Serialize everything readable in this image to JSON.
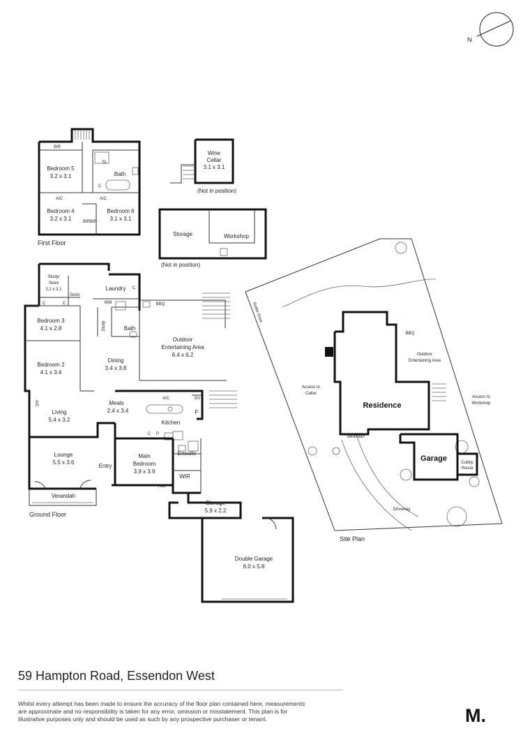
{
  "compass": {
    "label": "N"
  },
  "first_floor": {
    "caption": "First Floor",
    "labels": {
      "bir_top": "BIR",
      "sl": "SL",
      "c": "C",
      "ac": "A/C",
      "bir_a": "BIR",
      "bir_b": "BIR"
    },
    "rooms": {
      "bedroom5": {
        "name": "Bedroom 5",
        "dims": "3.2 x 3.1"
      },
      "bath": {
        "name": "Bath"
      },
      "bedroom4": {
        "name": "Bedroom 4",
        "dims": "3.2 x 3.1"
      },
      "bedroom6": {
        "name": "Bedroom 6",
        "dims": "3.1 x 3.1"
      }
    }
  },
  "wine_cellar": {
    "name": "Wine",
    "name2": "Cellar",
    "dims": "3.1 x 3.1",
    "note": "(Not in position)"
  },
  "outbuilding": {
    "storage": "Storage",
    "workshop": "Workshop",
    "note": "(Not in position)"
  },
  "ground_floor": {
    "caption": "Ground Floor",
    "labels": {
      "c1": "C",
      "c2": "C",
      "store": "Store",
      "wm": "WM",
      "c_laundry": "C",
      "bbq": "BBQ",
      "study_v": "Study",
      "ac_living": "A/C",
      "ac_meals": "A/C",
      "ov": "OV",
      "f": "F",
      "c_kitchen": "C",
      "p": "P",
      "ac_bed": "A/C",
      "wir": "WIR"
    },
    "rooms": {
      "study_store": {
        "name": "Study/",
        "name2": "Store",
        "dims": "2.2 x 3.1"
      },
      "laundry": {
        "name": "Laundry"
      },
      "bedroom3": {
        "name": "Bedroom 3",
        "dims": "4.1 x 2.8"
      },
      "bath": {
        "name": "Bath"
      },
      "bedroom2": {
        "name": "Bedroom 2",
        "dims": "4.1 x 3.4"
      },
      "dining": {
        "name": "Dining",
        "dims": "3.4 x 3.8"
      },
      "outdoor": {
        "name": "Outdoor",
        "name2": "Entertaining Area",
        "dims": "6.4 x 6.2"
      },
      "meals": {
        "name": "Meals",
        "dims": "2.4 x 3.4"
      },
      "living": {
        "name": "Living",
        "dims": "5.4 x 3.2"
      },
      "kitchen": {
        "name": "Kitchen"
      },
      "lounge": {
        "name": "Lounge",
        "dims": "5.5 x 3.6"
      },
      "main_bedroom": {
        "name": "Main",
        "name2": "Bedroom",
        "dims": "3.9 x 3.9"
      },
      "ensuite": {
        "name": "Ensuite"
      },
      "entry": {
        "name": "Entry"
      },
      "verandah": {
        "name": "Verandah"
      },
      "storage": {
        "name": "Storage",
        "dims": "5.9 x 2.2"
      },
      "garage": {
        "name": "Double Garage",
        "dims": "6.0 x 5.8"
      }
    }
  },
  "site_plan": {
    "caption": "Site Plan",
    "residence": "Residence",
    "garage": "Garage",
    "cubby": "Cubby",
    "cubby2": "House",
    "bbq": "BBQ",
    "outdoor": "Outdoor",
    "outdoor2": "Entertaining Area",
    "access_cellar": "Access to",
    "access_cellar2": "Cellar",
    "access_workshop": "Access to",
    "access_workshop2": "Workshop",
    "verandah": "Verandah",
    "driveway": "Driveway",
    "roller_door": "Roller Door"
  },
  "footer": {
    "address": "59 Hampton Road, Essendon West",
    "disclaimer": "Whilst every attempt has been made to ensure the accuracy of the floor plan contained here, measurements are approximate and no responsibility is taken for any error, omission or misstatement. This plan is for illustrative purposes only and should be used as such by any prospective purchaser or tenant.",
    "logo": "M."
  }
}
